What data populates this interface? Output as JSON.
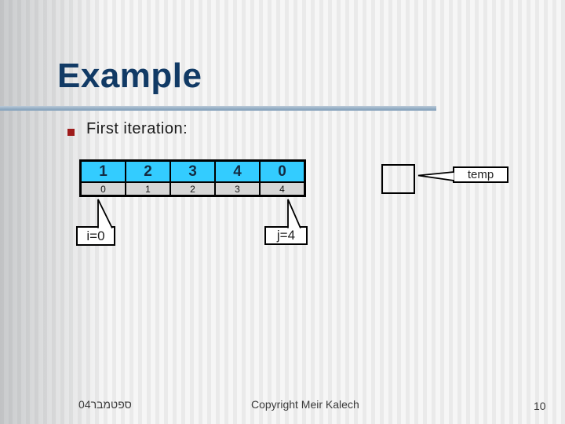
{
  "slide": {
    "title": "Example",
    "bullet_text": "First iteration:",
    "footer": {
      "date": "ספטמבר04",
      "copyright": "Copyright Meir Kalech",
      "page_number": "10"
    }
  },
  "array_table": {
    "top_row": [
      "1",
      "2",
      "3",
      "4",
      "0"
    ],
    "bottom_row": [
      "0",
      "1",
      "2",
      "3",
      "4"
    ]
  },
  "callouts": {
    "i_label": "i=0",
    "j_label": "j=4",
    "temp_label": "temp"
  },
  "colors": {
    "title": "#113a65",
    "divider_bar": "#8ca7bf",
    "bullet": "#9e1b1b",
    "array_top_cell": "#33ccff",
    "array_bottom_cell": "#d6d6d6"
  }
}
